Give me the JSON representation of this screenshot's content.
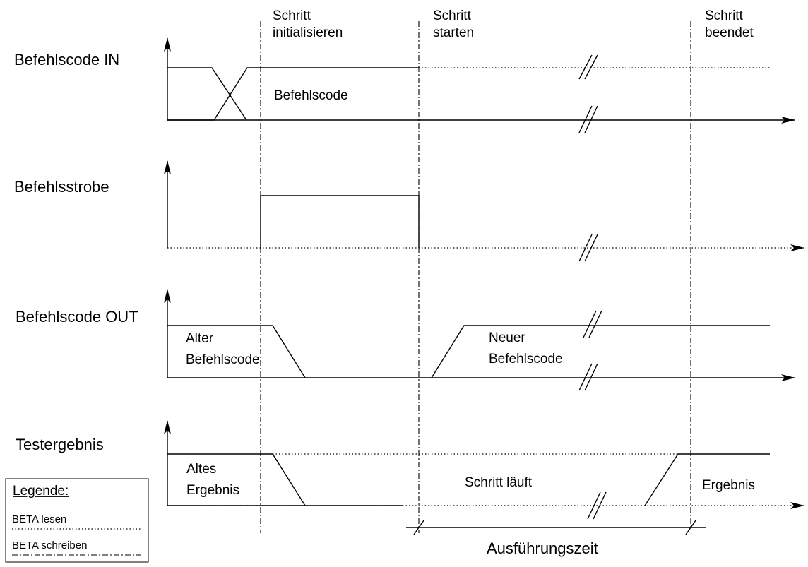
{
  "signals": {
    "cmd_in": "Befehlscode IN",
    "strobe": "Befehlsstrobe",
    "cmd_out": "Befehlscode OUT",
    "result": "Testergebnis"
  },
  "phases": {
    "init_1": "Schritt",
    "init_2": "initialisieren",
    "start_1": "Schritt",
    "start_2": "starten",
    "end_1": "Schritt",
    "end_2": "beendet"
  },
  "annotations": {
    "cmd_code": "Befehlscode",
    "old_cmd_1": "Alter",
    "old_cmd_2": "Befehlscode",
    "new_cmd_1": "Neuer",
    "new_cmd_2": "Befehlscode",
    "old_res_1": "Altes",
    "old_res_2": "Ergebnis",
    "step_running": "Schritt läuft",
    "result": "Ergebnis",
    "exec_time": "Ausführungszeit"
  },
  "legend": {
    "title": "Legende:",
    "read": "BETA lesen",
    "write": "BETA schreiben"
  }
}
